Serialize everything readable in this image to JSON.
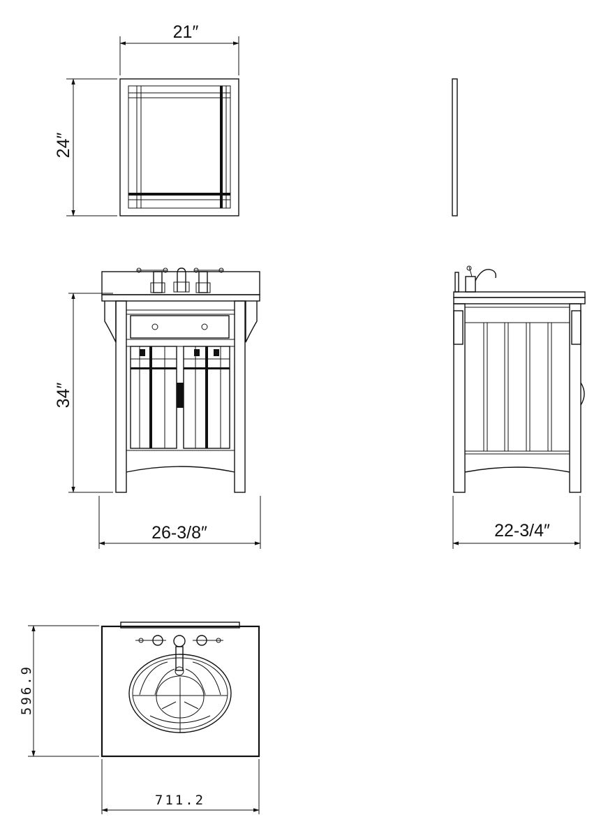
{
  "dimensions": {
    "mirror_width": "21″",
    "mirror_height": "24″",
    "vanity_height": "34″",
    "vanity_width": "26-3/8″",
    "vanity_depth": "22-3/4″",
    "top_depth_mm": "596.9",
    "top_width_mm": "711.2"
  }
}
